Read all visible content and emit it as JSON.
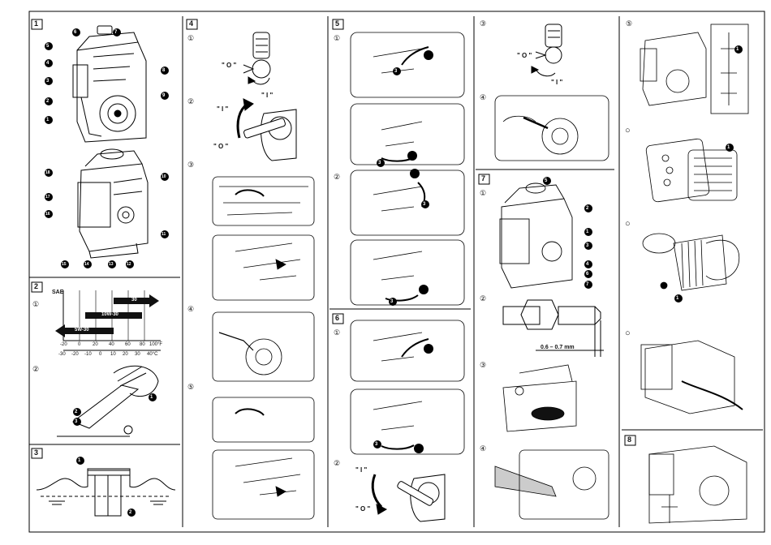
{
  "sections": [
    {
      "number": "1"
    },
    {
      "number": "2"
    },
    {
      "number": "3"
    },
    {
      "number": "4"
    },
    {
      "number": "5"
    },
    {
      "number": "6"
    },
    {
      "number": "7"
    },
    {
      "number": "8"
    }
  ],
  "steps": [
    "①",
    "②",
    "③",
    "④",
    "⑤"
  ],
  "callouts": [
    "1",
    "2",
    "3",
    "4",
    "5",
    "6",
    "7",
    "8",
    "9",
    "10",
    "11",
    "12",
    "13",
    "14",
    "15",
    "16",
    "17",
    "18"
  ],
  "oil_chart": {
    "sae_label": "SAE",
    "grades": [
      "30",
      "10W-30",
      "5W-30"
    ],
    "scale_f": [
      "-20",
      "0",
      "20",
      "40",
      "60",
      "80",
      "100°F"
    ],
    "scale_c": [
      "-30",
      "-20",
      "-10",
      "0",
      "10",
      "20",
      "30",
      "40°C"
    ]
  },
  "switch": {
    "on": "\" I \"",
    "off": "\" O \""
  },
  "spark_plug_gap": "0.6 – 0.7 mm",
  "circle_marks": [
    "○",
    "○",
    "○"
  ]
}
